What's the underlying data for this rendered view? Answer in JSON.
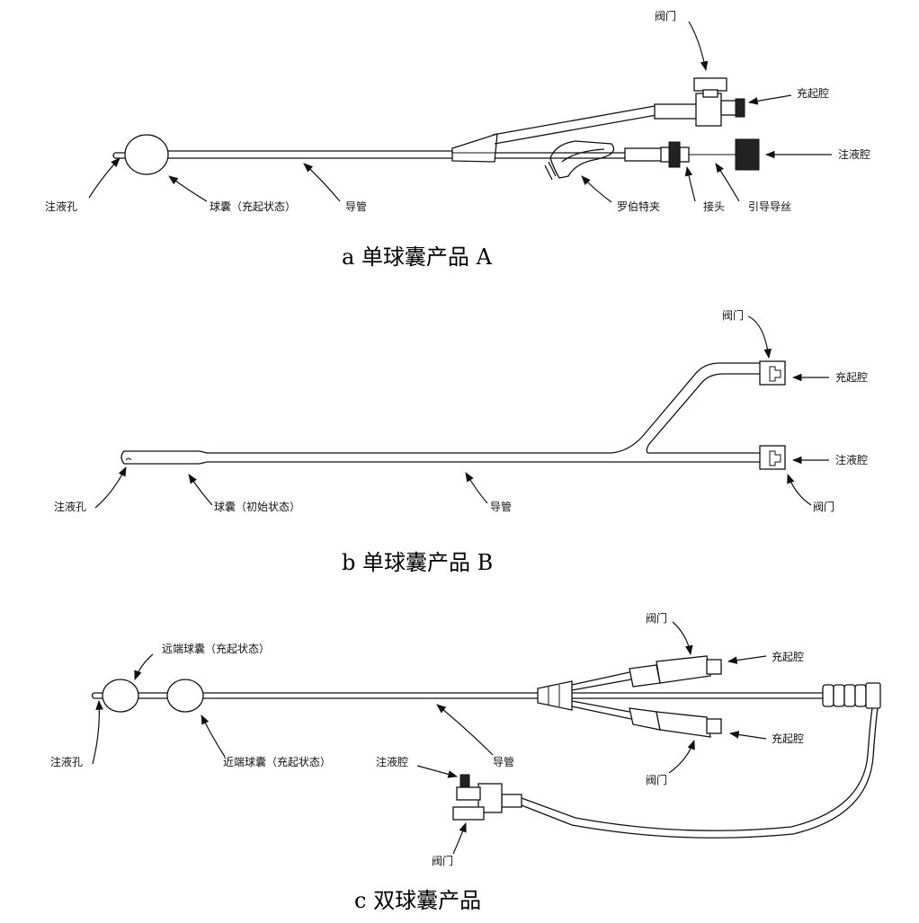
{
  "panels": [
    {
      "caption": "a  单球囊产品 A",
      "labels": {
        "valve": "阀门",
        "inflation_lumen": "充起腔",
        "injection_lumen": "注液腔",
        "injection_hole": "注液孔",
        "balloon": "球囊（充起状态）",
        "catheter": "导管",
        "robert_clamp": "罗伯特夹",
        "connector": "接头",
        "guide_wire": "引导导丝"
      }
    },
    {
      "caption": "b  单球囊产品 B",
      "labels": {
        "valve_top": "阀门",
        "inflation_lumen": "充起腔",
        "injection_lumen": "注液腔",
        "injection_hole": "注液孔",
        "balloon": "球囊（初始状态）",
        "catheter": "导管",
        "valve_bottom": "阀门"
      }
    },
    {
      "caption": "c  双球囊产品",
      "labels": {
        "valve_top": "阀门",
        "inflation_lumen_top": "充起腔",
        "distal_balloon": "远端球囊（充起状态）",
        "injection_hole": "注液孔",
        "proximal_balloon": "近端球囊（充起状态）",
        "catheter": "导管",
        "injection_lumen": "注液腔",
        "inflation_lumen_bottom": "充起腔",
        "valve_mid": "阀门",
        "valve_bottom": "阀门"
      }
    }
  ]
}
